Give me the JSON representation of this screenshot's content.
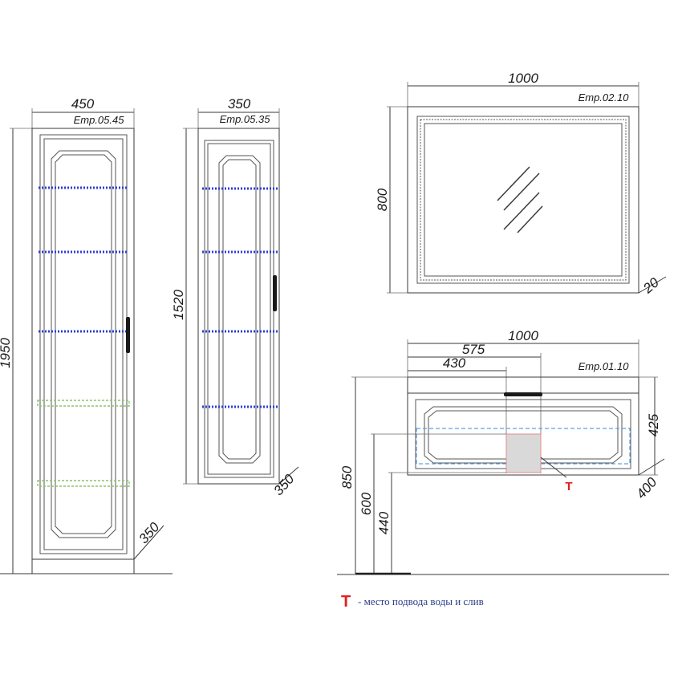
{
  "tall_cabinet": {
    "code": "Emp.05.45",
    "width": "450",
    "height": "1950",
    "depth": "350"
  },
  "mid_cabinet": {
    "code": "Emp.05.35",
    "width": "350",
    "height": "1520",
    "depth": "350"
  },
  "mirror": {
    "code": "Emp.02.10",
    "width": "1000",
    "height": "800",
    "depth": "20"
  },
  "vanity": {
    "code": "Emp.01.10",
    "width": "1000",
    "dim_575": "575",
    "dim_430": "430",
    "height_425": "425",
    "depth_400": "400",
    "floor_850": "850",
    "floor_600": "600",
    "floor_440": "440",
    "t_marker": "T"
  },
  "legend": {
    "symbol": "T",
    "text": "- место подвода воды и слив"
  },
  "colors": {
    "shelf_light": "#2b3fd6",
    "shelf_glass": "#8fc26b",
    "water_marker": "#e51c1c",
    "outline": "#3a3a3a"
  }
}
